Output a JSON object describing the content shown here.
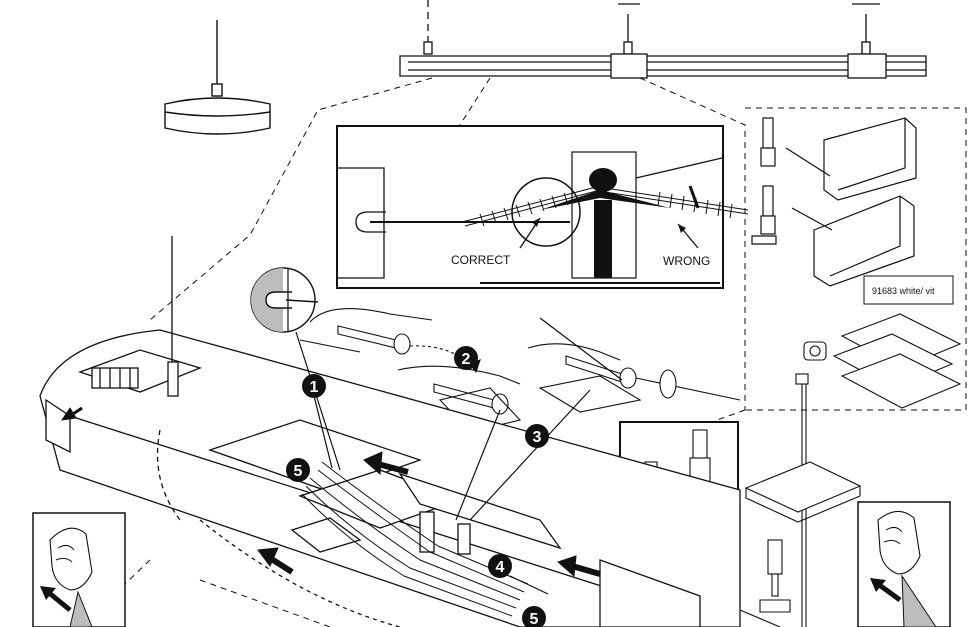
{
  "labels": {
    "correct": "CORRECT",
    "wrong": "WRONG",
    "part_number": "91683 white/ vit"
  },
  "steps": [
    "1",
    "2",
    "3",
    "4",
    "5",
    "5"
  ],
  "colors": {
    "line": "#111111",
    "fill_light": "#f4f4f4",
    "fill_grey": "#bdbdbd",
    "step_badge": "#111111"
  }
}
